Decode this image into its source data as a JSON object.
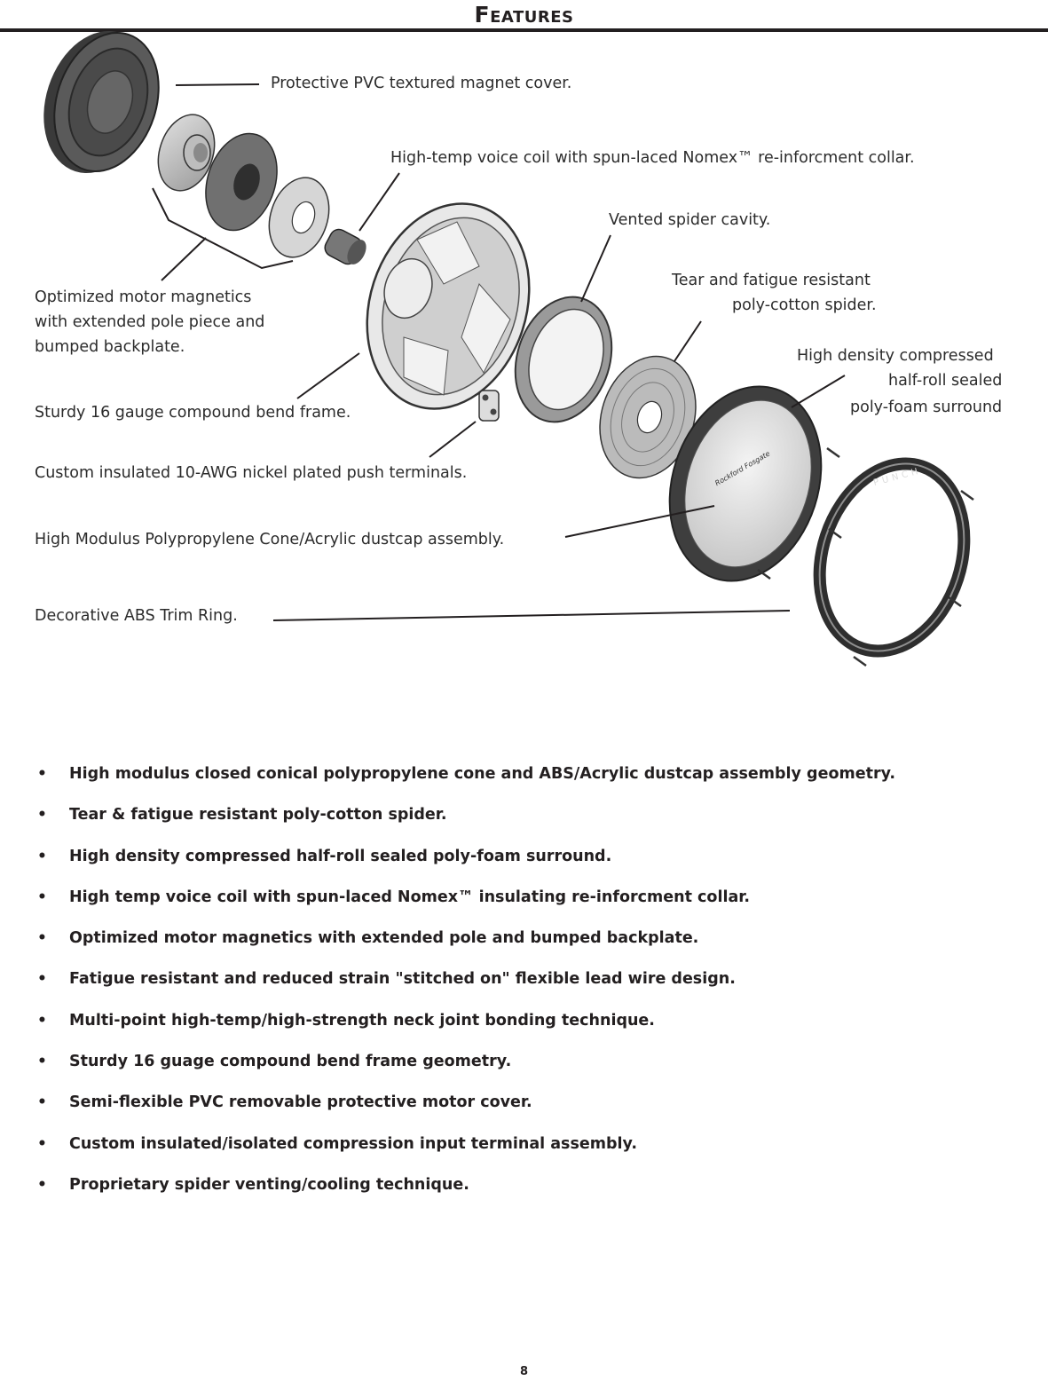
{
  "header": {
    "title": "Features"
  },
  "callouts": {
    "magnet_cover": "Protective PVC textured magnet cover.",
    "voice_coil": "High-temp voice coil with spun-laced Nomex™ re-inforcment collar.",
    "spider_cavity": "Vented spider cavity.",
    "spider_line1": "Tear and fatigue resistant",
    "spider_line2": "poly-cotton spider.",
    "motor_line1": "Optimized motor magnetics",
    "motor_line2": "with extended pole piece and",
    "motor_line3": "bumped backplate.",
    "surround_line1": "High density compressed",
    "surround_line2": "half-roll sealed",
    "surround_line3": "poly-foam surround",
    "frame": "Sturdy 16 gauge compound bend frame.",
    "terminals": "Custom insulated 10-AWG nickel plated push terminals.",
    "cone": "High Modulus Polypropylene Cone/Acrylic dustcap assembly.",
    "trim_ring": "Decorative ABS Trim Ring."
  },
  "diagram": {
    "brand_on_cone": "Rockford Fosgate",
    "ring_lettering": "PUNCH"
  },
  "features": [
    "High modulus closed conical polypropylene cone and ABS/Acrylic dustcap assembly geometry.",
    "Tear & fatigue resistant poly-cotton spider.",
    "High density compressed half-roll sealed poly-foam surround.",
    "High temp voice coil with spun-laced Nomex™ insulating re-inforcment collar.",
    "Optimized motor magnetics with extended pole and bumped backplate.",
    "Fatigue resistant and reduced strain \"stitched on\" flexible lead wire design.",
    "Multi-point high-temp/high-strength neck joint bonding technique.",
    "Sturdy 16 guage compound bend frame geometry.",
    "Semi-flexible PVC removable protective motor cover.",
    "Custom insulated/isolated compression input terminal assembly.",
    "Proprietary spider venting/cooling technique."
  ],
  "footer": {
    "page_number": "8"
  },
  "bullet_glyph": "•"
}
